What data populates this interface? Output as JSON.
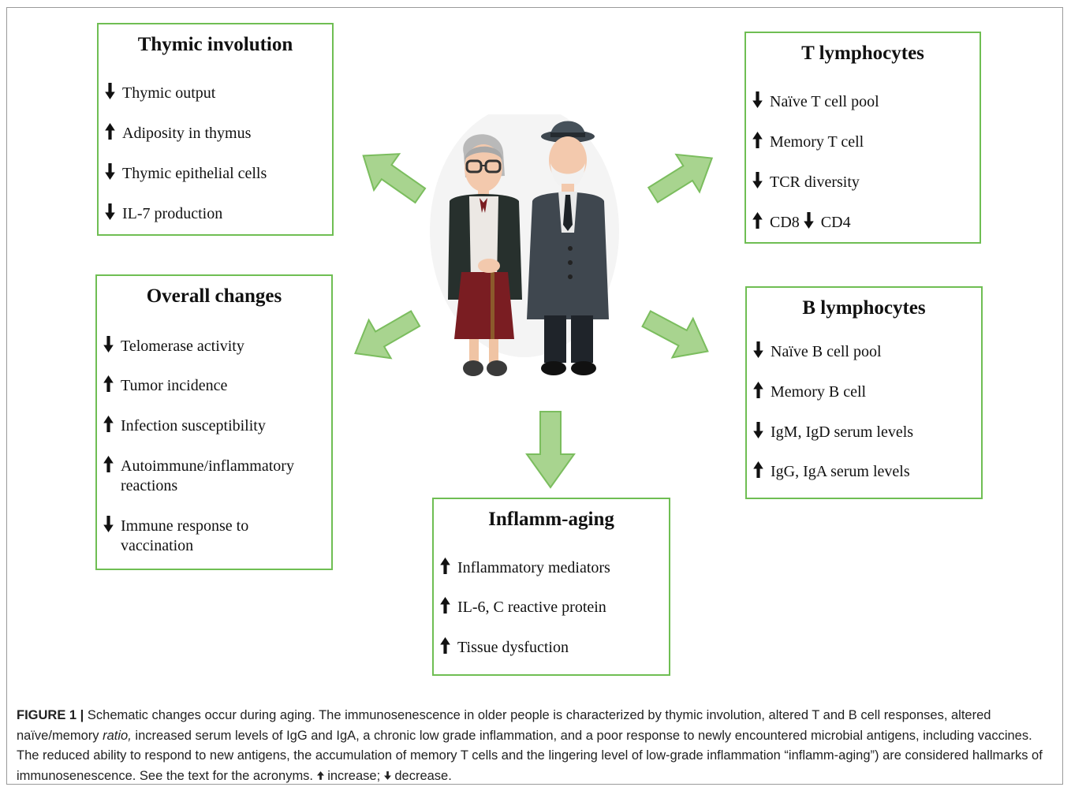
{
  "colors": {
    "box_border": "#6fbe53",
    "arrow_fill": "#a8d48f",
    "arrow_stroke": "#7bbd5e"
  },
  "illustration": "elderly-couple-illustration",
  "boxes": {
    "thymic": {
      "title": "Thymic involution",
      "items": [
        {
          "dir": "down",
          "lines": [
            "Thymic output"
          ]
        },
        {
          "dir": "up",
          "lines": [
            "Adiposity in thymus"
          ]
        },
        {
          "dir": "down",
          "lines": [
            "Thymic epithelial cells"
          ]
        },
        {
          "dir": "down",
          "lines": [
            "IL-7 production"
          ]
        }
      ]
    },
    "tcell": {
      "title": "T lymphocytes",
      "items": [
        {
          "dir": "down",
          "lines": [
            "Naïve T cell pool"
          ]
        },
        {
          "dir": "up",
          "lines": [
            "Memory T cell"
          ]
        },
        {
          "dir": "down",
          "lines": [
            "TCR diversity"
          ]
        },
        {
          "dir": "up",
          "text_a": "CD8",
          "dir2": "down",
          "text_b": "CD4"
        }
      ]
    },
    "overall": {
      "title": "Overall changes",
      "items": [
        {
          "dir": "down",
          "lines": [
            "Telomerase activity"
          ]
        },
        {
          "dir": "up",
          "lines": [
            "Tumor incidence"
          ]
        },
        {
          "dir": "up",
          "lines": [
            "Infection susceptibility"
          ]
        },
        {
          "dir": "up",
          "lines": [
            "Autoimmune/inflammatory",
            "reactions"
          ]
        },
        {
          "dir": "down",
          "lines": [
            "Immune response to",
            "vaccination"
          ]
        }
      ]
    },
    "bcell": {
      "title": "B lymphocytes",
      "items": [
        {
          "dir": "down",
          "lines": [
            "Naïve B cell pool"
          ]
        },
        {
          "dir": "up",
          "lines": [
            "Memory B cell"
          ]
        },
        {
          "dir": "down",
          "lines": [
            "IgM, IgD serum levels"
          ]
        },
        {
          "dir": "up",
          "lines": [
            "IgG, IgA serum levels"
          ]
        }
      ]
    },
    "inflamm": {
      "title": "Inflamm-aging",
      "items": [
        {
          "dir": "up",
          "lines": [
            "Inflammatory mediators"
          ]
        },
        {
          "dir": "up",
          "lines": [
            "IL-6, C reactive protein"
          ]
        },
        {
          "dir": "up",
          "lines": [
            "Tissue dysfuction"
          ]
        }
      ]
    }
  },
  "caption": {
    "label": "FIGURE 1 |",
    "part1": " Schematic changes occur during aging. The immunosenescence in older people is characterized by thymic involution, altered T and B cell responses, altered naïve/memory ",
    "italic": "ratio,",
    "part2": " increased serum levels of IgG and IgA, a chronic low grade inflammation, and a poor response to newly encountered microbial antigens, including vaccines. The reduced ability to respond to new antigens, the accumulation of memory T cells and the lingering level of low-grade inflammation “inflamm-aging”) are considered hallmarks of immunosenescence. See the text for the acronyms.",
    "legend_up": "increase;",
    "legend_down": "decrease."
  }
}
